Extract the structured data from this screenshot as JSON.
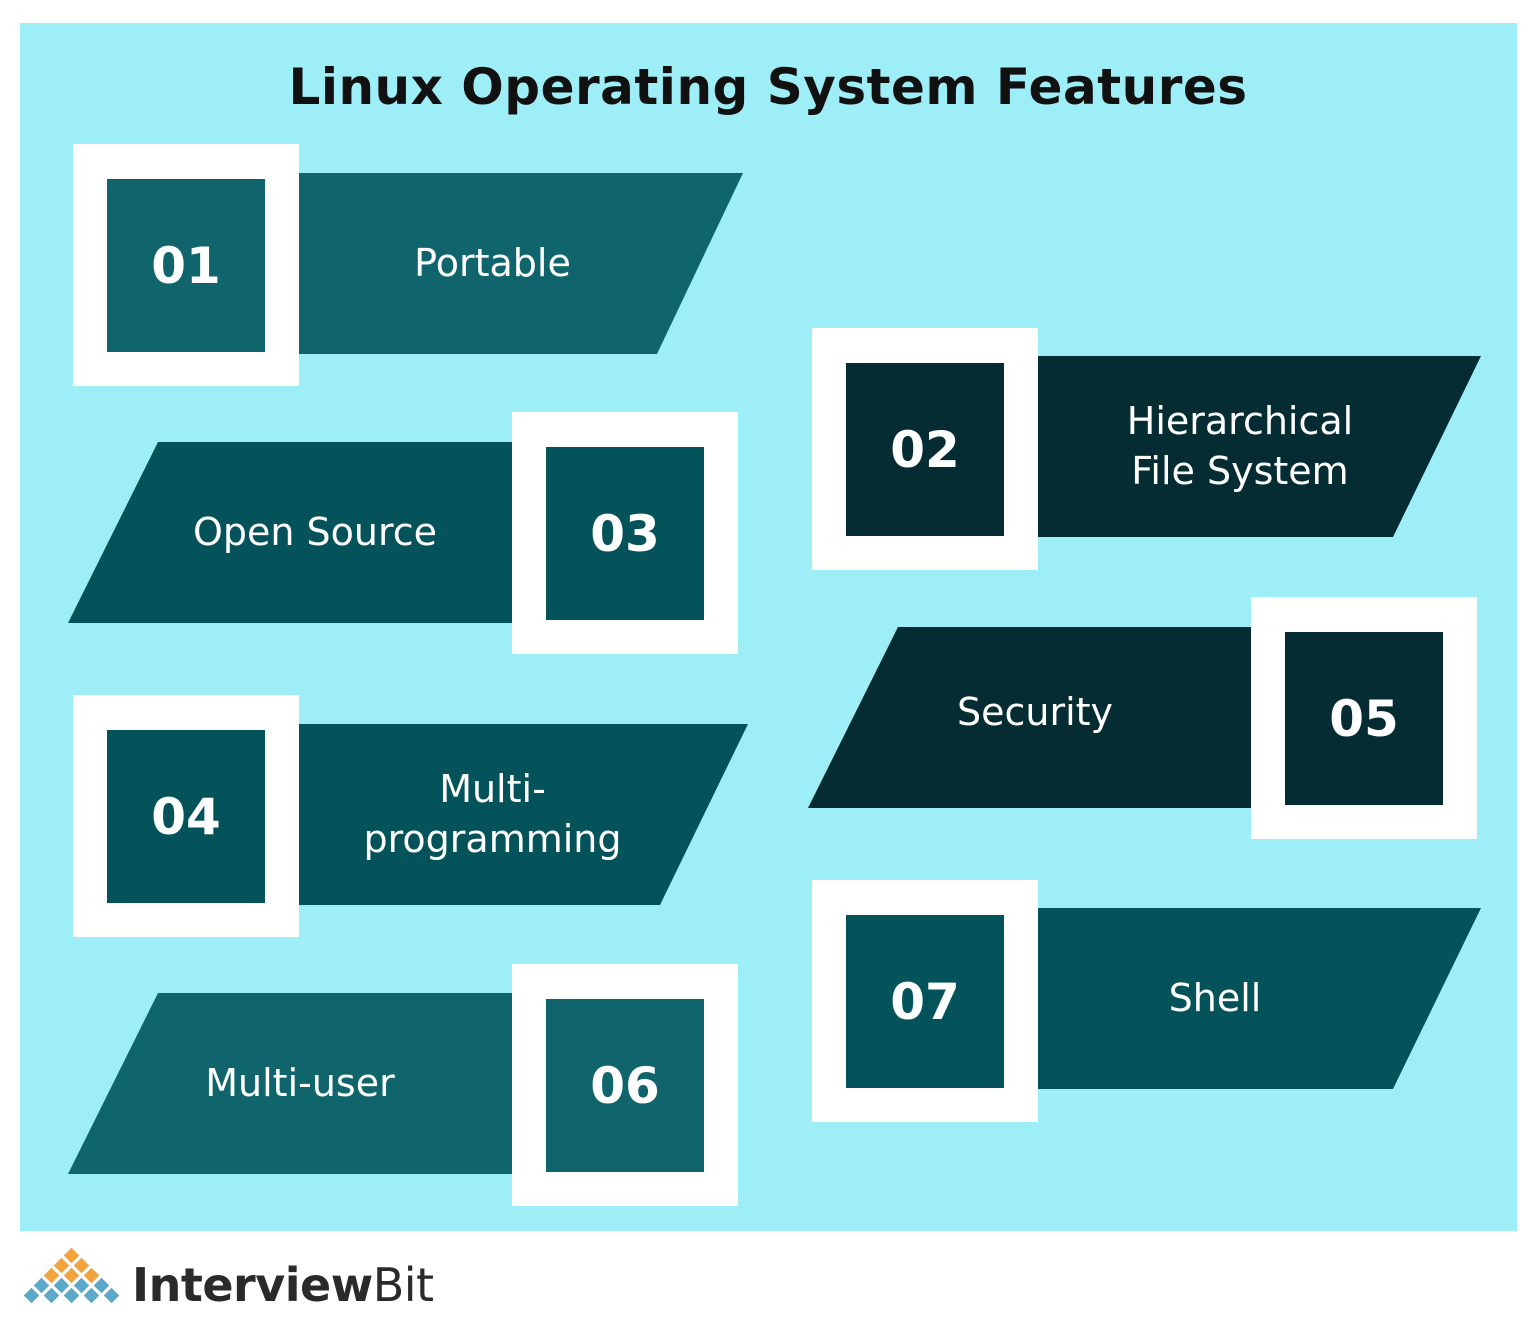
{
  "title": "Linux Operating System Features",
  "colors": {
    "background": "#9eeef7",
    "teal": "#0f656b",
    "teal_mid": "#04525a",
    "dark": "#052c32",
    "white": "#ffffff"
  },
  "features": [
    {
      "number": "01",
      "label": "Portable",
      "color": "#0f656b"
    },
    {
      "number": "02",
      "label": "Hierarchical\nFile System",
      "color": "#052c32"
    },
    {
      "number": "03",
      "label": "Open Source",
      "color": "#04525a"
    },
    {
      "number": "04",
      "label": "Multi-\nprogramming",
      "color": "#04525a"
    },
    {
      "number": "05",
      "label": "Security",
      "color": "#052c32"
    },
    {
      "number": "06",
      "label": "Multi-user",
      "color": "#0f656b"
    },
    {
      "number": "07",
      "label": "Shell",
      "color": "#04525a"
    }
  ],
  "brand": {
    "part1": "Interview",
    "part2": "Bit"
  }
}
